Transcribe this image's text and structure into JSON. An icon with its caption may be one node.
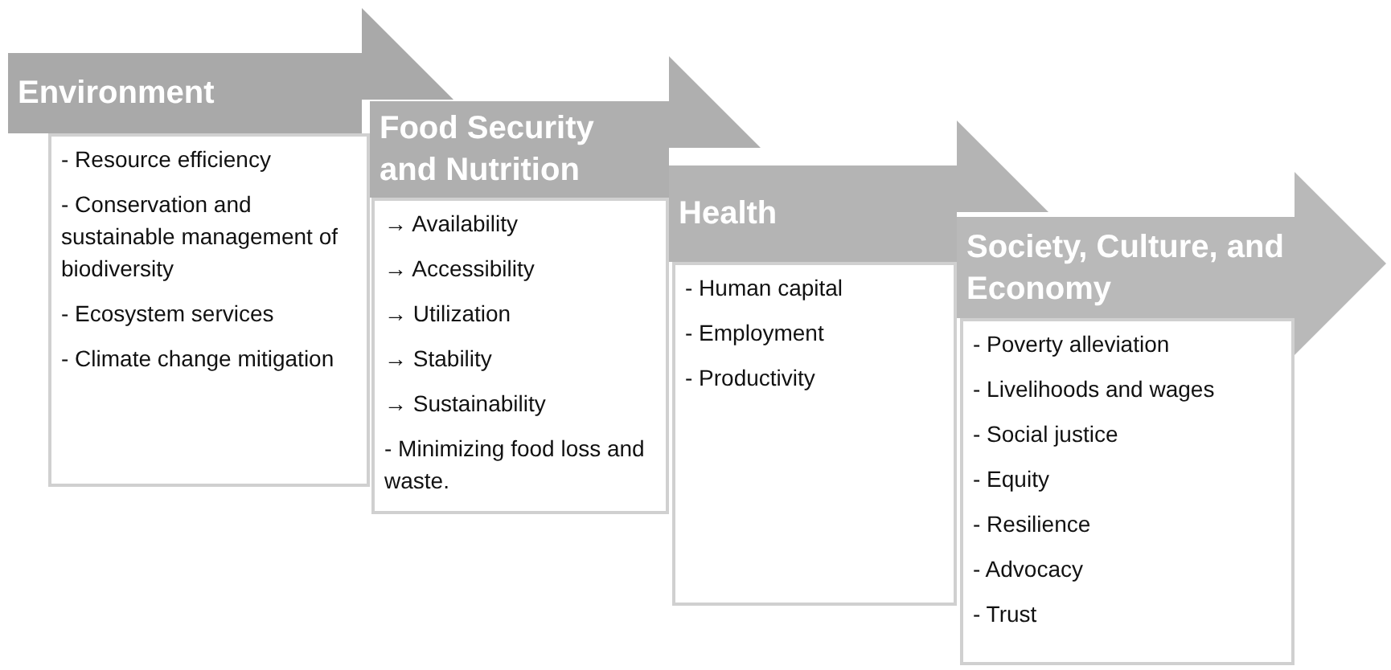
{
  "diagram": {
    "nodes": [
      {
        "text": [
          "Environment"
        ]
      },
      {
        "text": [
          "- Resource efficiency",
          "- Conservation and sustainable management of biodiversity",
          "- Ecosystem services",
          "- Climate change mitigation"
        ]
      },
      {
        "text": [
          "Food Security and Nutrition"
        ]
      },
      {
        "text": [
          "→ Availability",
          "→ Accessibility",
          "→ Utilization",
          "→ Stability",
          "→ Sustainability",
          "- Minimizing food loss and waste."
        ]
      },
      {
        "text": [
          "Health"
        ]
      },
      {
        "text": [
          "- Human capital",
          "- Employment",
          "- Productivity"
        ]
      },
      {
        "text": [
          "Society, Culture, and Economy"
        ]
      },
      {
        "text": [
          "- Poverty alleviation",
          "- Livelihoods and wages",
          "- Social justice",
          "- Equity",
          "- Resilience",
          "- Advocacy",
          "- Trust"
        ]
      }
    ]
  }
}
